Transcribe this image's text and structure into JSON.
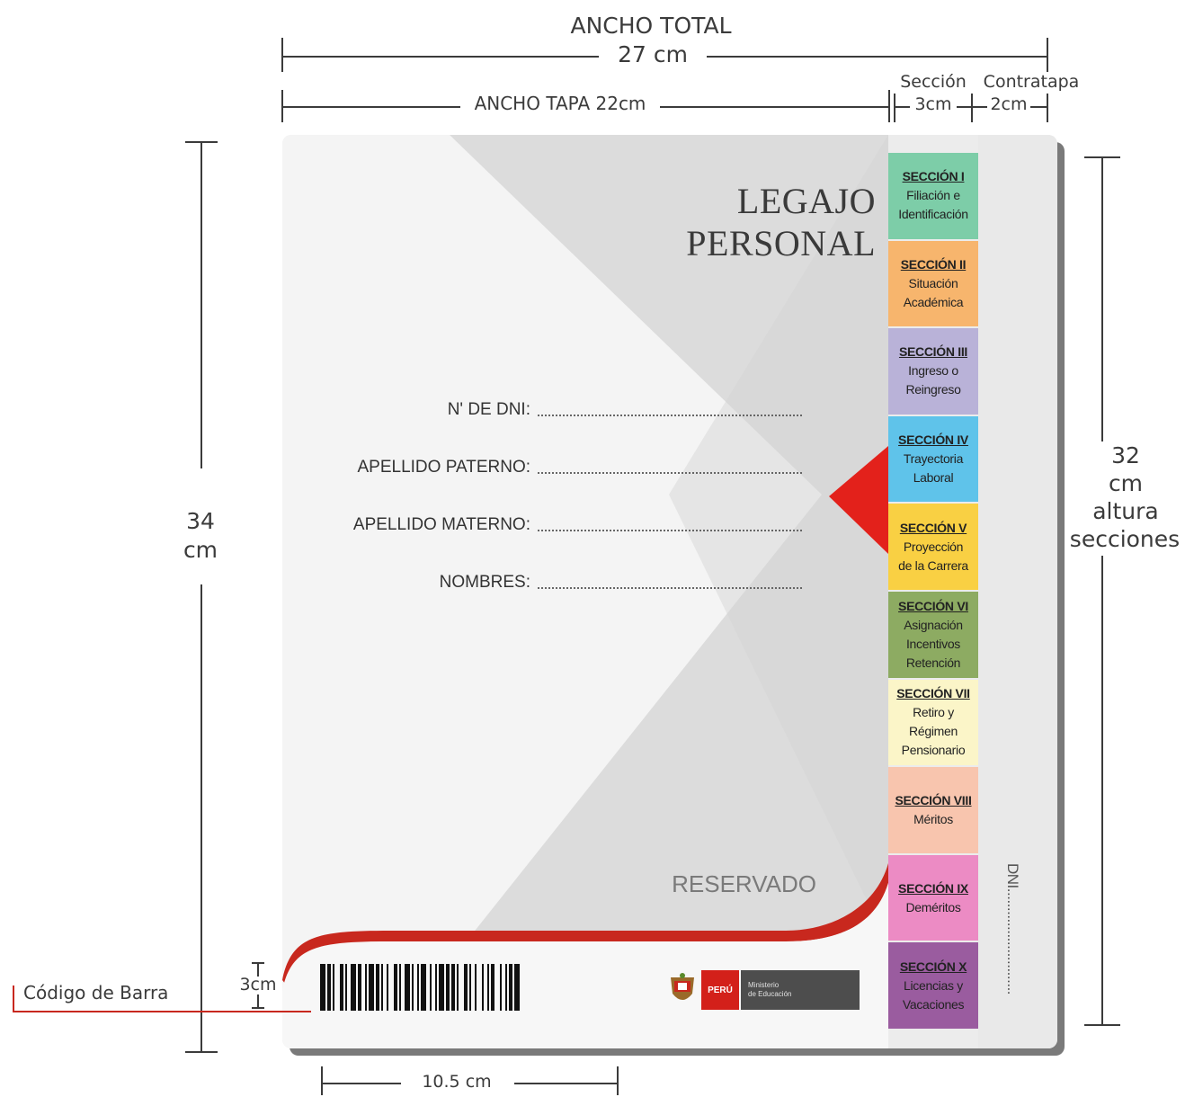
{
  "dimensions": {
    "total_title": "ANCHO TOTAL",
    "total_value": "27 cm",
    "cover_width": "ANCHO TAPA 22cm",
    "section_title": "Sección",
    "section_value": "3cm",
    "backcover_title": "Contratapa",
    "backcover_value": "2cm",
    "height_number": "34",
    "height_unit": "cm",
    "sections_height_number": "32",
    "sections_height_unit": "cm",
    "sections_height_line1": "altura",
    "sections_height_line2": "secciones",
    "barcode_band_value": "3cm",
    "barcode_width": "10.5 cm"
  },
  "callout": {
    "barcode_label": "Código de Barra"
  },
  "cover": {
    "title": "LEGAJO PERSONAL",
    "fields": [
      "N' DE DNI:",
      "APELLIDO PATERNO:",
      "APELLIDO MATERNO:",
      "NOMBRES:"
    ],
    "reserved": "RESERVADO",
    "logo_country": "PERÚ",
    "logo_ministry_line1": "Ministerio",
    "logo_ministry_line2": "de Educación",
    "accent_color": "#c8281e"
  },
  "backcover": {
    "dni_label": "DNI............................"
  },
  "sections": [
    {
      "title": "SECCIÓN I",
      "desc": [
        "Filiación e",
        "Identificación"
      ],
      "color": "#7dcda8"
    },
    {
      "title": "SECCIÓN II",
      "desc": [
        "Situación",
        "Académica"
      ],
      "color": "#f7b56d"
    },
    {
      "title": "SECCIÓN III",
      "desc": [
        "Ingreso o",
        "Reingreso"
      ],
      "color": "#b9b2d8"
    },
    {
      "title": "SECCIÓN IV",
      "desc": [
        "Trayectoria",
        "Laboral"
      ],
      "color": "#5fc3ea"
    },
    {
      "title": "SECCIÓN V",
      "desc": [
        "Proyección",
        "de la Carrera"
      ],
      "color": "#f9d043"
    },
    {
      "title": "SECCIÓN VI",
      "desc": [
        "Asignación",
        "Incentivos",
        "Retención"
      ],
      "color": "#8dab62"
    },
    {
      "title": "SECCIÓN VII",
      "desc": [
        "Retiro y",
        "Régimen",
        "Pensionario"
      ],
      "color": "#fbf5c8"
    },
    {
      "title": "SECCIÓN VIII",
      "desc": [
        "Méritos"
      ],
      "color": "#f8c5ae"
    },
    {
      "title": "SECCIÓN IX",
      "desc": [
        "Deméritos"
      ],
      "color": "#ec8bc4"
    },
    {
      "title": "SECCIÓN X",
      "desc": [
        "Licencias y",
        "Vacaciones"
      ],
      "color": "#9a5c9f"
    }
  ]
}
